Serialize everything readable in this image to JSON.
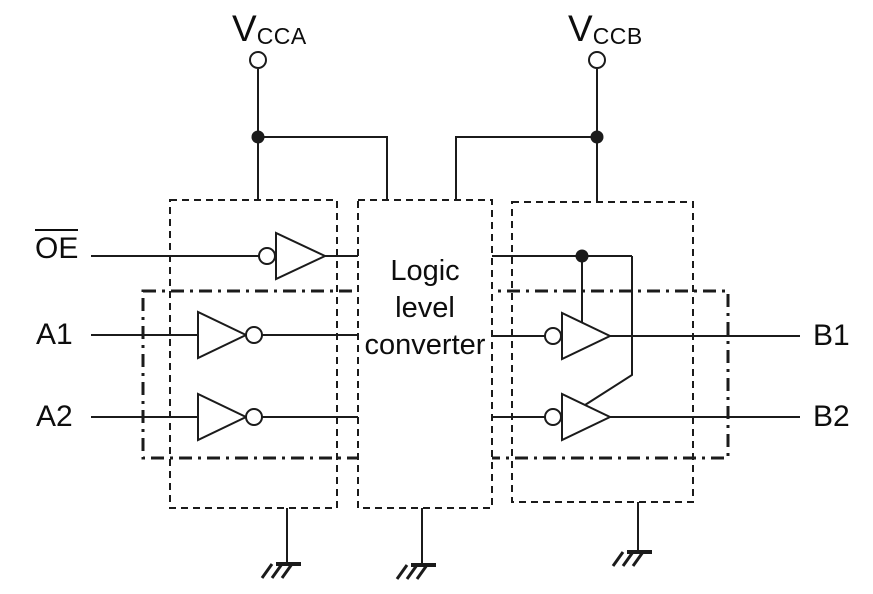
{
  "colors": {
    "background": "#ffffff",
    "line": "#1b1b1b",
    "text": "#0d0d0d"
  },
  "power_labels": {
    "vcca": {
      "base": "V",
      "sub": "CCA"
    },
    "vccb": {
      "base": "V",
      "sub": "CCB"
    }
  },
  "port_labels": {
    "oe": "OE",
    "a1": "A1",
    "a2": "A2",
    "b1": "B1",
    "b2": "B2"
  },
  "converter_block": {
    "line1": "Logic",
    "line2": "level",
    "line3": "converter"
  }
}
